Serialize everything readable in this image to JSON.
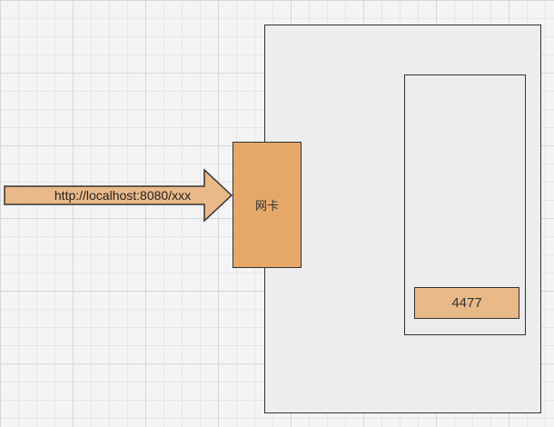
{
  "request": {
    "url": "http://localhost:8080/xxx"
  },
  "nic": {
    "label": "网卡"
  },
  "process": {
    "port": "4477"
  },
  "colors": {
    "nic_fill": "#e5a869",
    "port_fill": "#e9b988",
    "arrow_fill": "#e9b988",
    "outline": "#333333"
  }
}
